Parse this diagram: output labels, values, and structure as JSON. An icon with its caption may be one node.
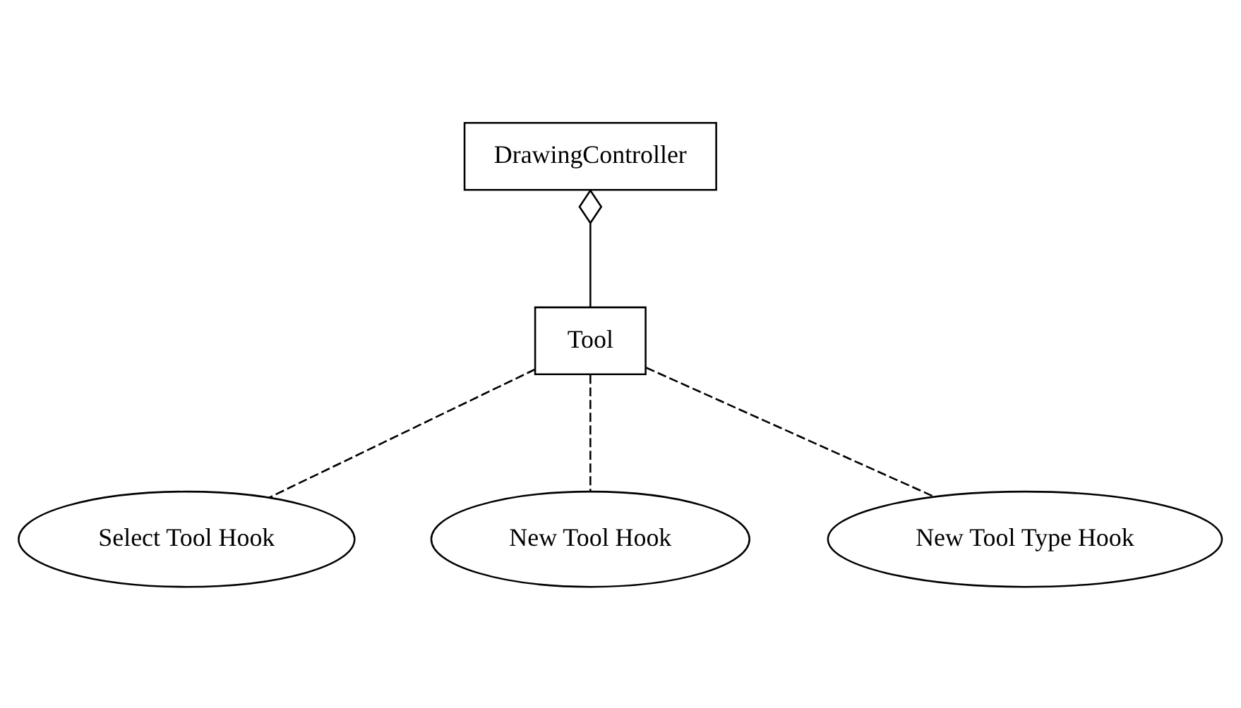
{
  "diagram": {
    "nodes": [
      {
        "text": [
          "DrawingController"
        ]
      },
      {
        "text": [
          "Tool"
        ]
      },
      {
        "text": [
          "Select Tool Hook"
        ]
      },
      {
        "text": [
          "New Tool Hook"
        ]
      },
      {
        "text": [
          "New Tool Type Hook"
        ]
      }
    ],
    "edges": [
      {
        "from": 0,
        "to": 1,
        "arrow": "other"
      },
      {
        "from": 1,
        "to": 2,
        "arrow": "none",
        "style": "dashed"
      },
      {
        "from": 1,
        "to": 3,
        "arrow": "none",
        "style": "dashed"
      },
      {
        "from": 1,
        "to": 4,
        "arrow": "none",
        "style": "dashed"
      }
    ]
  }
}
